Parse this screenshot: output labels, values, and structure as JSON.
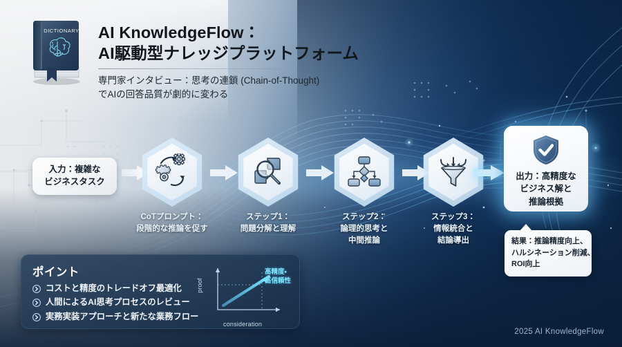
{
  "header": {
    "icon": "dictionary-book-brain-icon",
    "book_label": "DICTIONARY",
    "title_line1": "AI KnowledgeFlow：",
    "title_line2": "AI駆動型ナレッジプラットフォーム",
    "subtitle_line1": "専門家インタビュー：思考の連鎖 (Chain-of-Thought)",
    "subtitle_line2": "でAIの回答品質が劇的に変わる"
  },
  "flow": {
    "input": {
      "line1": "入力：複雑な",
      "line2": "ビジネスタスク"
    },
    "nodes": [
      {
        "icon": "gears-cycle-icon",
        "label_line1": "CoTプロンプト：",
        "label_line2": "段階的な推論を促す",
        "label_line3": ""
      },
      {
        "icon": "magnifier-puzzle-icon",
        "label_line1": "ステップ1：",
        "label_line2": "問題分解と理解",
        "label_line3": ""
      },
      {
        "icon": "flowchart-diamond-icon",
        "label_line1": "ステップ2：",
        "label_line2": "論理的思考と",
        "label_line3": "中間推論"
      },
      {
        "icon": "funnel-arrows-icon",
        "label_line1": "ステップ3：",
        "label_line2": "情報統合と",
        "label_line3": "結論導出"
      }
    ],
    "output": {
      "icon": "shield-check-icon",
      "line1": "出力：高精度な",
      "line2": "ビジネス解と",
      "line3": "推論根拠"
    },
    "callout": {
      "line1": "結果：推論精度向上、",
      "line2": "ハルシネーション削減、",
      "line3": "ROI向上"
    }
  },
  "points": {
    "title": "ポイント",
    "items": [
      {
        "bullet_icon": "chevron-circle-right-icon",
        "text": "コストと精度のトレードオフ最適化"
      },
      {
        "bullet_icon": "chevron-circle-right-icon",
        "text": "人間によるAI思考プロセスのレビュー"
      },
      {
        "bullet_icon": "chevron-circle-right-icon",
        "text": "実務実装アプローチと新たな業務フロー"
      }
    ]
  },
  "chart_data": {
    "type": "line",
    "title": "",
    "xlabel": "consideration",
    "ylabel": "proof",
    "annotation_line1": "高精度・",
    "annotation_line2": "高信頼性",
    "x": [
      0,
      1
    ],
    "y": [
      0,
      1
    ],
    "series": [
      {
        "name": "proof-vs-consideration",
        "values": [
          0,
          1
        ]
      }
    ],
    "xlim": [
      0,
      1
    ],
    "ylim": [
      0,
      1
    ],
    "grid": true,
    "gridlines": {
      "x": [
        0.72
      ],
      "y": [
        0.62
      ]
    },
    "legend": "none",
    "arrow_color": "#5ad6f5"
  },
  "footer": {
    "text": "2025 AI KnowledgeFlow"
  },
  "colors": {
    "accent_cyan": "#5ad6f5",
    "deep_blue": "#0b2342",
    "light_panel": "#f4f7fa",
    "title_dark": "#11171d",
    "point_panel": "#26405c"
  }
}
